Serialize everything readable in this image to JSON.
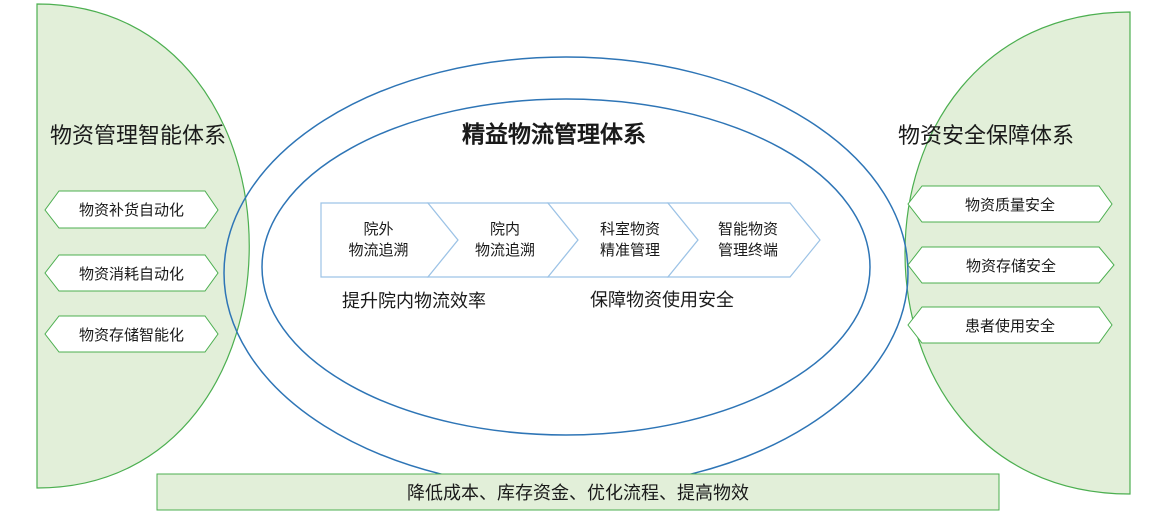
{
  "left_panel": {
    "title": "物资管理智能体系",
    "items": [
      "物资补货自动化",
      "物资消耗自动化",
      "物资存储智能化"
    ]
  },
  "right_panel": {
    "title": "物资安全保障体系",
    "items": [
      "物资质量安全",
      "物资存储安全",
      "患者使用安全"
    ]
  },
  "center": {
    "title": "精益物流管理体系",
    "steps": [
      {
        "line1": "院外",
        "line2": "物流追溯"
      },
      {
        "line1": "院内",
        "line2": "物流追溯"
      },
      {
        "line1": "科室物资",
        "line2": "精准管理"
      },
      {
        "line1": "智能物资",
        "line2": "管理终端"
      }
    ],
    "captions": [
      "提升院内物流效率",
      "保障物资使用安全"
    ]
  },
  "bottom_bar": {
    "text": "降低成本、库存资金、优化流程、提高物效"
  },
  "colors": {
    "panel_fill": "#e2efd9",
    "panel_stroke": "#4caf50",
    "ellipse_stroke": "#2e75b6",
    "chevron_stroke": "#9dc3e6"
  }
}
